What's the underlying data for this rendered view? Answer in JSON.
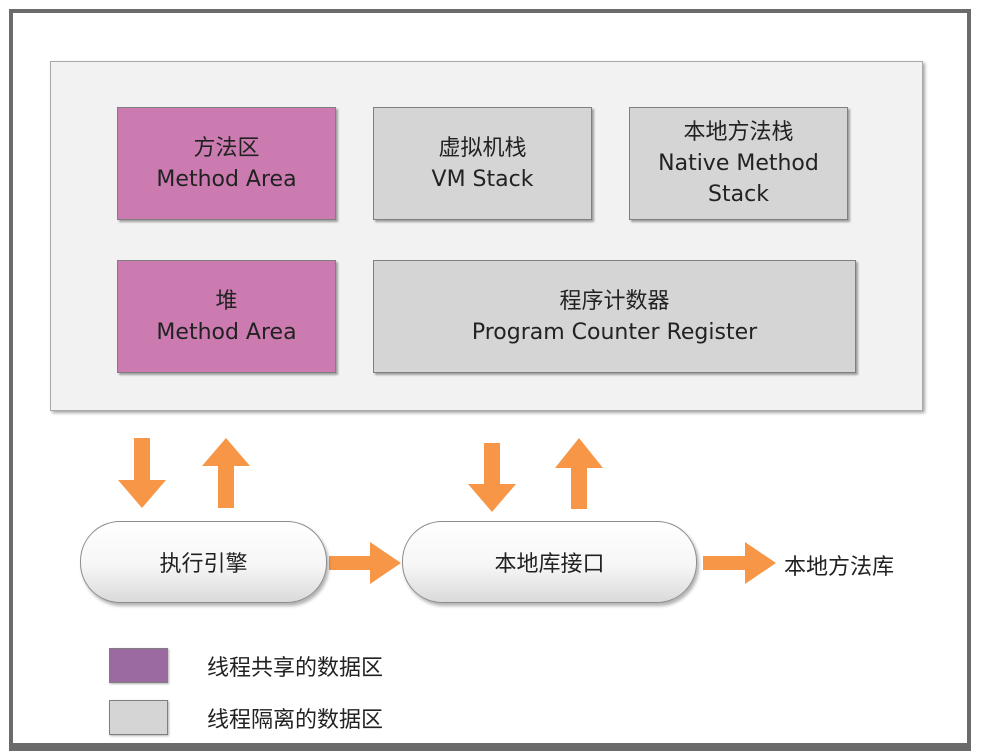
{
  "runtime_area": {
    "method_area": {
      "line1": "方法区",
      "line2": "Method Area"
    },
    "vm_stack": {
      "line1": "虚拟机栈",
      "line2": "VM Stack"
    },
    "native_method_stack": {
      "line1": "本地方法栈",
      "line2": "Native Method",
      "line3": "Stack"
    },
    "heap": {
      "line1": "堆",
      "line2": "Method Area"
    },
    "program_counter": {
      "line1": "程序计数器",
      "line2": "Program Counter Register"
    }
  },
  "execution_engine": "执行引擎",
  "native_interface": "本地库接口",
  "native_library": "本地方法库",
  "legend": [
    {
      "label": "线程共享的数据区",
      "color": "#9a6aa1"
    },
    {
      "label": "线程隔离的数据区",
      "color": "#d5d5d5"
    }
  ],
  "colors": {
    "shared": "#cc7bb1",
    "isolated": "#d5d5d5",
    "arrow": "#f79646"
  }
}
